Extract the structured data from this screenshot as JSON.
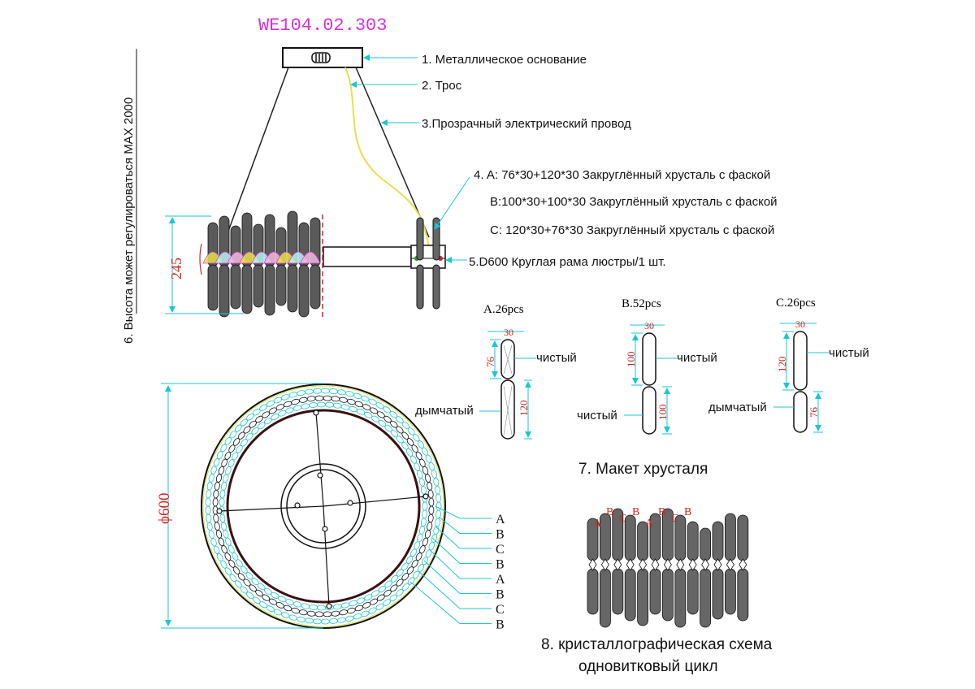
{
  "model": "WE104.02.303",
  "labels": {
    "l1": "1. Металлическое основание",
    "l2": "2. Трос",
    "l3": "3.Прозрачный электрический провод",
    "l4a": "4. A: 76*30+120*30 Закруглённый хрусталь с фаской",
    "l4b": "B:100*30+100*30 Закруглённый хрусталь с фаской",
    "l4c": "C: 120*30+76*30 Закруглённый хрусталь с фаской",
    "l5": "5.D600 Круглая рама люстры/1 шт.",
    "l6": "6. Высота может регулироваться MAX 2000",
    "l7": "7. Макет хрусталя",
    "l8a": "8. кристаллографическая схема",
    "l8b": "одновитковый цикл"
  },
  "dims": {
    "height": "245",
    "diameter": "ϕ600"
  },
  "crystals": {
    "a": {
      "title": "A.26pcs",
      "w": "30",
      "h1": "76",
      "h2": "120",
      "t1": "чистый",
      "t2": "дымчатый"
    },
    "b": {
      "title": "B.52pcs",
      "w": "30",
      "h1": "100",
      "h2": "100",
      "t1": "чистый",
      "t2": "чистый"
    },
    "c": {
      "title": "C.26pcs",
      "w": "30",
      "h1": "120",
      "h2": "76",
      "t1": "чистый",
      "t2": "дымчатый"
    }
  },
  "ring_callouts": [
    "A",
    "B",
    "C",
    "B",
    "A",
    "B",
    "C",
    "B"
  ],
  "scheme_labels": [
    "A",
    "B",
    "C",
    "B",
    "A",
    "B",
    "C",
    "B"
  ],
  "colors": {
    "dimension": "#17c7d4",
    "dim_text": "#d0261c",
    "model_text": "#d531d6",
    "wire": "#e8e04a"
  }
}
